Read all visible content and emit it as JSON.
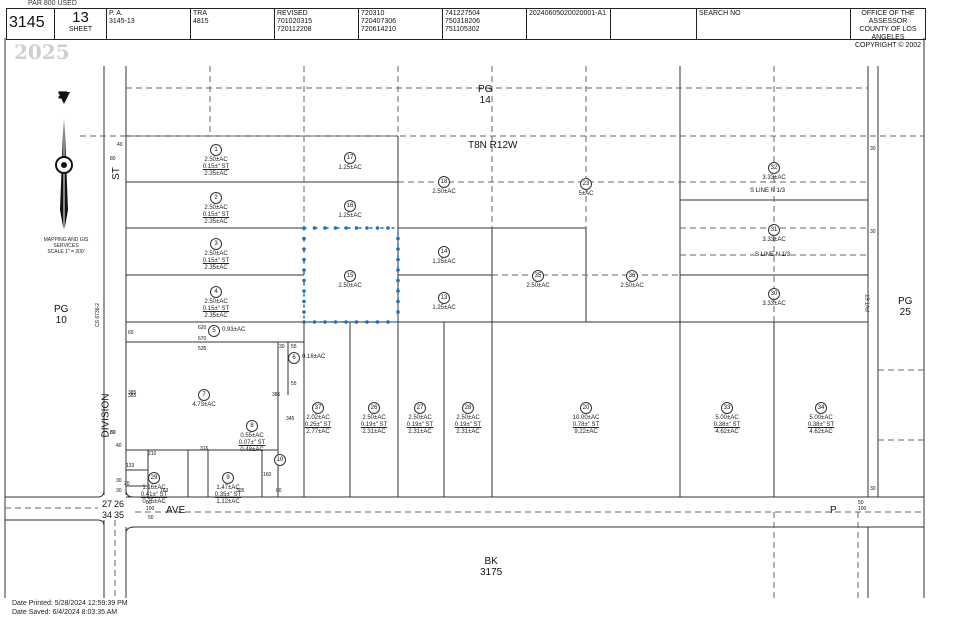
{
  "top_note": "PAR 800 USED",
  "header": {
    "book": "3145",
    "page": "13",
    "sheet_label": "SHEET",
    "pa_label": "P. A.",
    "pa_value": "3145-13",
    "tra_label": "TRA",
    "tra_value": "4815",
    "revised_label": "REVISED",
    "revised_col1": [
      "701020315",
      "720112208"
    ],
    "revised_col2": [
      "720310",
      "720407306",
      "720614210"
    ],
    "revised_col3": [
      "741227504",
      "750318206",
      "751105302"
    ],
    "revised_col4": "20240605020020001-A1",
    "search_label": "SEARCH NO",
    "office": [
      "OFFICE OF THE ASSESSOR",
      "COUNTY OF LOS ANGELES",
      "COPYRIGHT © 2002"
    ]
  },
  "year": "2025",
  "compass": {
    "letter": "N",
    "caption": [
      "MAPPING AND GIS",
      "SERVICES",
      "SCALE 1\" = 200'"
    ]
  },
  "map_labels": {
    "pg14": [
      "PG",
      "14"
    ],
    "pg10": [
      "PG",
      "10"
    ],
    "pg25": [
      "PG",
      "25"
    ],
    "bk3175": [
      "BK",
      "3175"
    ],
    "township": "T8N R12W",
    "division_st": "DIVISION",
    "st": "ST",
    "ave": "AVE",
    "ave_p": "P",
    "line_32": "S LINE N 1/3",
    "line_31": "S LINE N 1/3",
    "cs": "CS 6736-2",
    "pvt_st": "PVT ST",
    "corner_27": "27",
    "corner_26": "26",
    "corner_34": "34",
    "corner_35": "35"
  },
  "parcels": [
    {
      "id": "1",
      "lines": [
        "2.50±AC",
        "0.15±\" ST",
        "2.35±AC"
      ]
    },
    {
      "id": "2",
      "lines": [
        "2.50±AC",
        "0.15±\" ST",
        "2.35±AC"
      ]
    },
    {
      "id": "3",
      "lines": [
        "2.50±AC",
        "0.15±\" ST",
        "2.35±AC"
      ]
    },
    {
      "id": "4",
      "lines": [
        "2.50±AC",
        "0.15±\" ST",
        "2.35±AC"
      ]
    },
    {
      "id": "5",
      "lines": [
        "0.93±AC"
      ]
    },
    {
      "id": "6",
      "lines": [
        "0.16±AC"
      ]
    },
    {
      "id": "7",
      "lines": [
        "4.73±AC"
      ]
    },
    {
      "id": "8",
      "lines": [
        "0.55±AC",
        "0.07±\" ST",
        "0.48±AC"
      ]
    },
    {
      "id": "9",
      "lines": [
        "1.47±AC",
        "0.35±\" ST",
        "1.12±AC"
      ]
    },
    {
      "id": "10",
      "lines": [
        ""
      ]
    },
    {
      "id": "29",
      "lines": [
        "1.16±AC",
        "0.41±\" ST",
        "0.75±AC"
      ]
    },
    {
      "id": "17",
      "lines": [
        "1.25±AC"
      ]
    },
    {
      "id": "16",
      "lines": [
        "1.25±AC"
      ]
    },
    {
      "id": "15",
      "lines": [
        "2.50±AC"
      ]
    },
    {
      "id": "18",
      "lines": [
        "2.50±AC"
      ]
    },
    {
      "id": "14",
      "lines": [
        "1.25±AC"
      ]
    },
    {
      "id": "13",
      "lines": [
        "1.25±AC"
      ]
    },
    {
      "id": "23",
      "lines": [
        "5±AC"
      ]
    },
    {
      "id": "35",
      "lines": [
        "2.50±AC"
      ]
    },
    {
      "id": "36",
      "lines": [
        "2.50±AC"
      ]
    },
    {
      "id": "32",
      "lines": [
        "3.33±AC"
      ]
    },
    {
      "id": "31",
      "lines": [
        "3.33±AC"
      ]
    },
    {
      "id": "30",
      "lines": [
        "3.33±AC"
      ]
    },
    {
      "id": "37",
      "lines": [
        "2.02±AC",
        "0.25±\" ST",
        "2.77±AC"
      ]
    },
    {
      "id": "26",
      "lines": [
        "2.50±AC",
        "0.19±\" ST",
        "2.31±AC"
      ]
    },
    {
      "id": "27",
      "lines": [
        "2.50±AC",
        "0.19±\" ST",
        "2.31±AC"
      ]
    },
    {
      "id": "28",
      "lines": [
        "2.50±AC",
        "0.19±\" ST",
        "2.31±AC"
      ]
    },
    {
      "id": "20",
      "lines": [
        "10.00±AC",
        "0.78±\" ST",
        "9.22±AC"
      ]
    },
    {
      "id": "33",
      "lines": [
        "5.00±AC",
        "0.38±\" ST",
        "4.62±AC"
      ]
    },
    {
      "id": "34",
      "lines": [
        "5.00±AC",
        "0.38±\" ST",
        "4.62±AC"
      ]
    }
  ],
  "dims": [
    "40",
    "80",
    "80",
    "620",
    "670",
    "535",
    "65",
    "30",
    "55",
    "55",
    "385",
    "80",
    "40",
    "210",
    "133",
    "30",
    "20",
    "30",
    "50",
    "163",
    "305",
    "60",
    "316",
    "160",
    "345",
    "30",
    "30",
    "30",
    "50",
    "100",
    "100",
    "50",
    "385",
    "385"
  ],
  "footer": {
    "printed": "Date Printed:  5/28/2024 12:59:39 PM",
    "saved": "Date Saved:  6/4/2024 8:03:35 AM"
  },
  "colors": {
    "line": "#333333",
    "dash": "#666666",
    "highlight": "#1f6fb8"
  }
}
